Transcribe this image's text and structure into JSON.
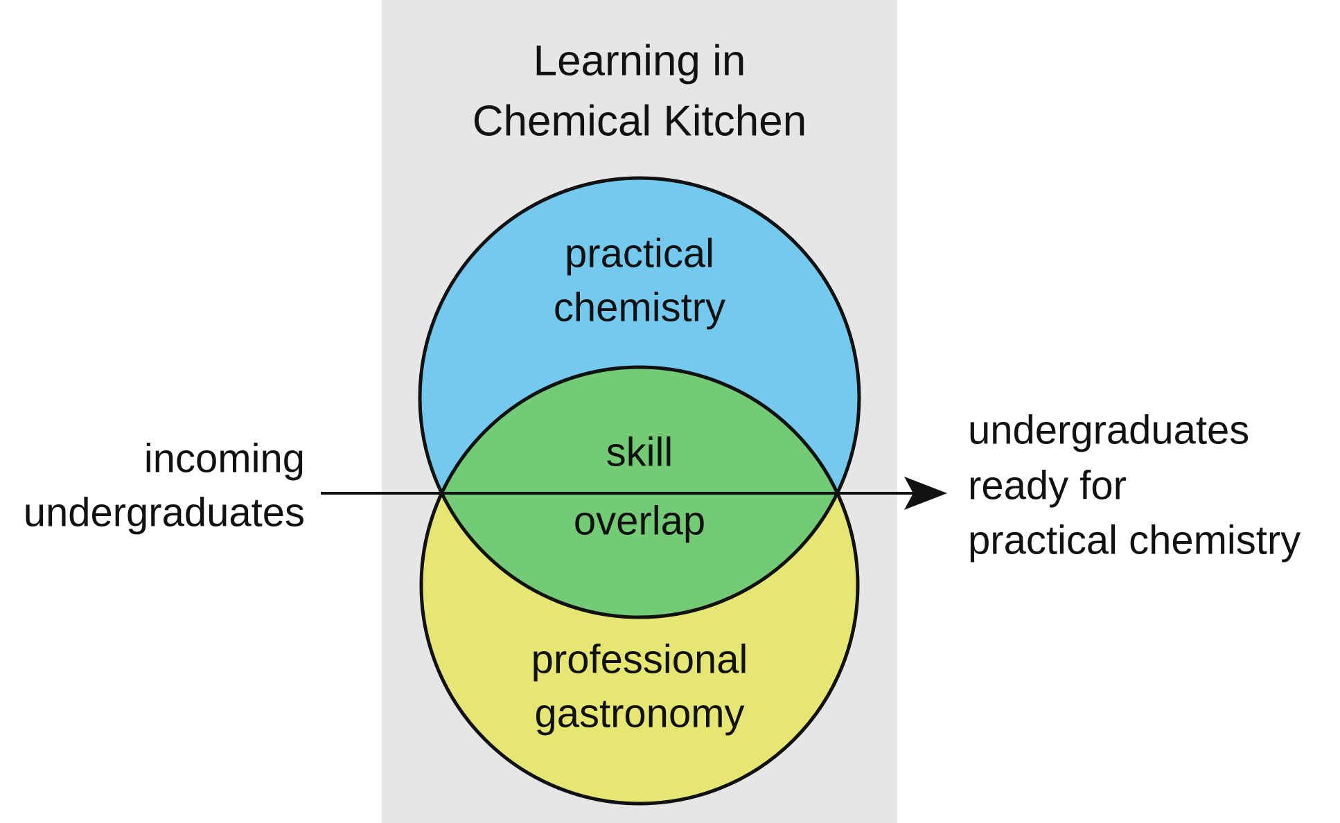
{
  "title": {
    "line1": "Learning in",
    "line2": "Chemical Kitchen"
  },
  "circles": {
    "top": {
      "line1": "practical",
      "line2": "chemistry"
    },
    "overlap": {
      "line1": "skill",
      "line2": "overlap"
    },
    "bottom": {
      "line1": "professional",
      "line2": "gastronomy"
    }
  },
  "input": {
    "line1": "incoming",
    "line2": "undergraduates"
  },
  "output": {
    "line1": "undergraduates",
    "line2": "ready for",
    "line3": "practical chemistry"
  },
  "colors": {
    "band": "#e5e6e8",
    "top_circle": "#74c9ee",
    "overlap": "#74cb75",
    "bottom_circle": "#e6e673",
    "stroke": "#111111"
  }
}
